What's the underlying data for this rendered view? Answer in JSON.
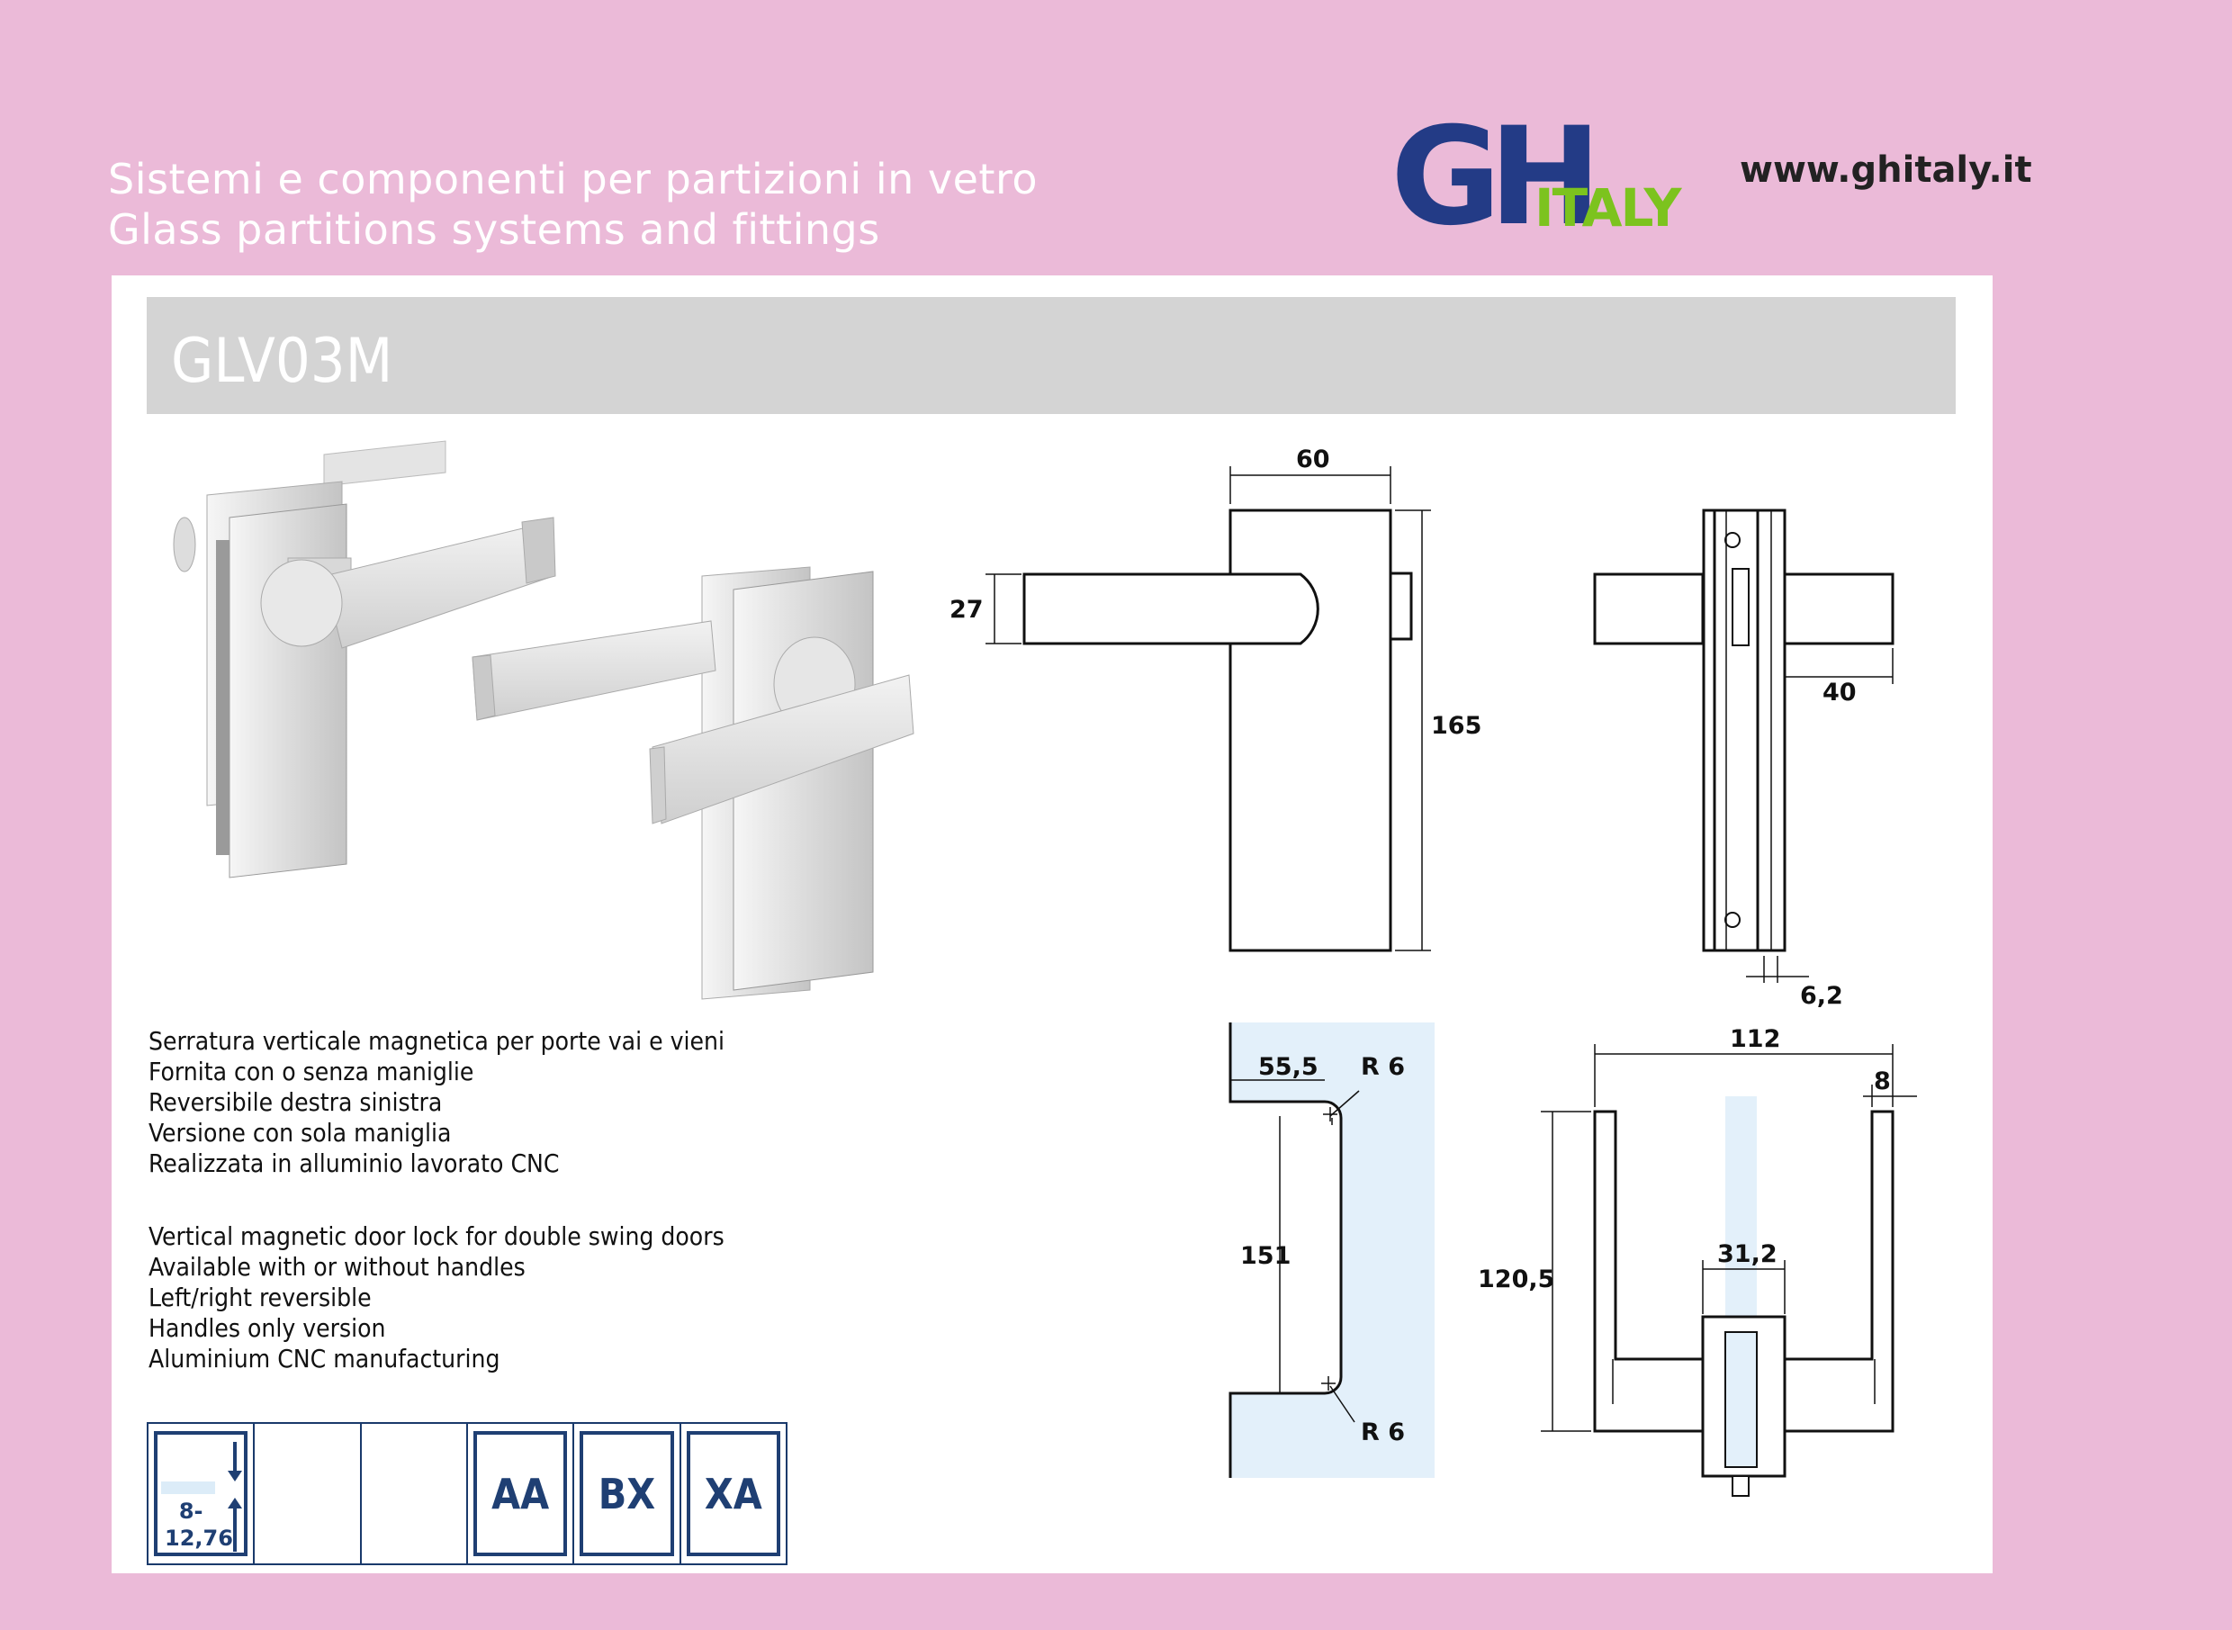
{
  "header": {
    "tagline_it": "Sistemi e componenti per partizioni in vetro",
    "tagline_en": "Glass partitions systems and fittings",
    "logo": {
      "main": "GH",
      "sub": "ITALY",
      "colors": {
        "main": "#233b86",
        "sub": "#7cc31e"
      }
    },
    "website": "www.ghitaly.it"
  },
  "product": {
    "code": "GLV03M"
  },
  "description_it": [
    "Serratura verticale magnetica per porte vai e vieni",
    "Fornita con o senza maniglie",
    "Reversibile destra sinistra",
    "Versione con sola maniglia",
    "Realizzata in alluminio lavorato CNC"
  ],
  "description_en": [
    "Vertical magnetic door lock for double swing doors",
    "Available with or without handles",
    "Left/right reversible",
    "Handles only version",
    "Aluminium CNC manufacturing"
  ],
  "badges": {
    "glass_thickness": "8-\n12,76",
    "finishes": [
      "AA",
      "BX",
      "XA"
    ]
  },
  "dimensions": {
    "width": "60",
    "lever_height": "27",
    "height": "165",
    "lever_length": "40",
    "gap": "6,2",
    "cutout_depth": "55,5",
    "cutout_height": "151",
    "radius_top": "R 6",
    "radius_bottom": "R 6",
    "overall_width": "112",
    "end_width": "8",
    "overall_height": "120,5",
    "center_width": "31,2"
  },
  "colors": {
    "background": "#ebbad8",
    "title_bar": "#d4d4d4",
    "badge": "#1f3f73",
    "glass": "#e3f0fa"
  }
}
